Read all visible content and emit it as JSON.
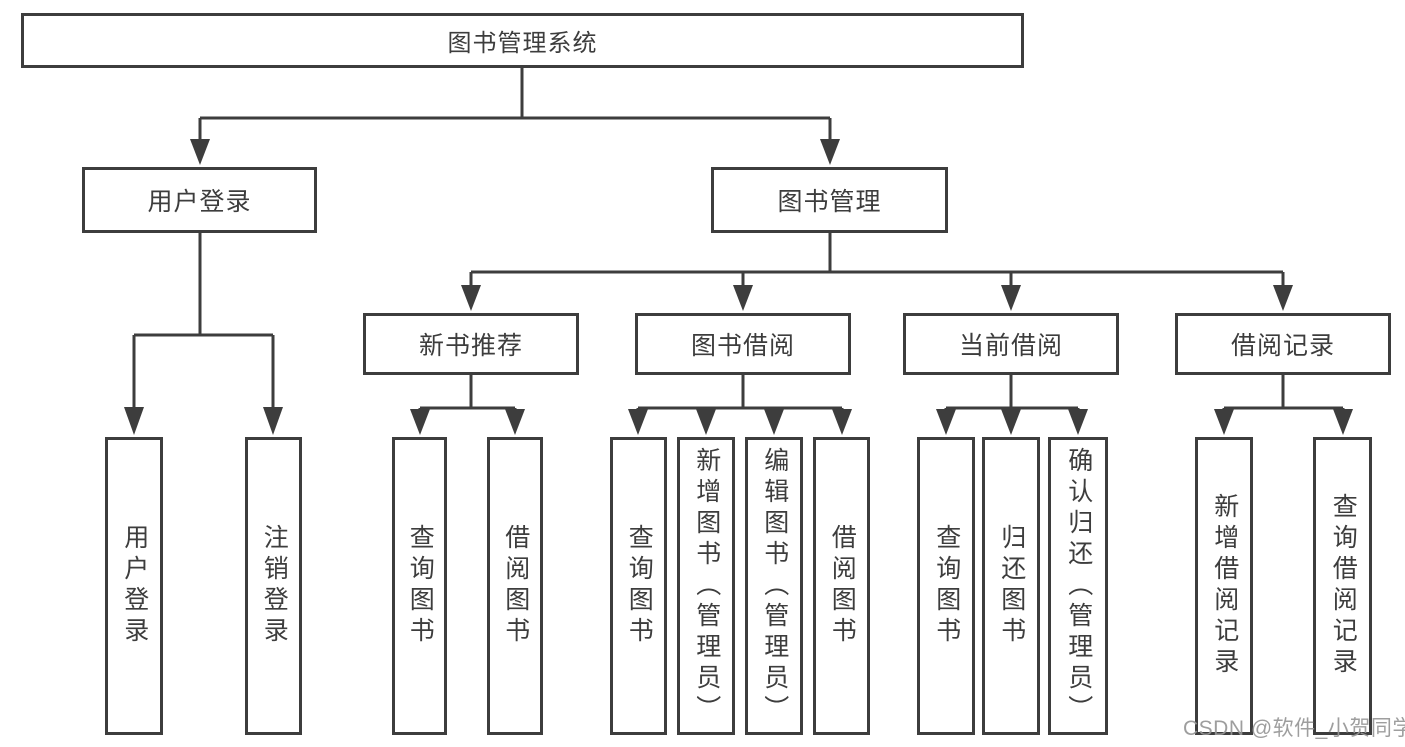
{
  "diagram": {
    "type": "hierarchy-tree",
    "root": {
      "label": "图书管理系统"
    },
    "branches": {
      "user_login": {
        "label": "用户登录",
        "children": {
          "login": {
            "label": "用户登录"
          },
          "logout": {
            "label": "注销登录"
          }
        }
      },
      "book_management": {
        "label": "图书管理",
        "children": {
          "new_book_recommendation": {
            "label": "新书推荐",
            "children": {
              "query_books": {
                "label": "查询图书"
              },
              "borrow_books": {
                "label": "借阅图书"
              }
            }
          },
          "book_borrowing": {
            "label": "图书借阅",
            "children": {
              "query_books": {
                "label": "查询图书"
              },
              "add_books_admin": {
                "label": "新增图书（管理员）"
              },
              "edit_books_admin": {
                "label": "编辑图书（管理员）"
              },
              "borrow_books": {
                "label": "借阅图书"
              }
            }
          },
          "current_borrowing": {
            "label": "当前借阅",
            "children": {
              "query_books": {
                "label": "查询图书"
              },
              "return_books": {
                "label": "归还图书"
              },
              "confirm_return_admin": {
                "label": "确认归还（管理员）"
              }
            }
          },
          "borrowing_records": {
            "label": "借阅记录",
            "children": {
              "add_borrow_record": {
                "label": "新增借阅记录"
              },
              "query_borrow_record": {
                "label": "查询借阅记录"
              }
            }
          }
        }
      }
    },
    "watermark": "CSDN @软件_小贺同学",
    "colors": {
      "line": "#3d3d3d",
      "text": "#3d3d3d",
      "background": "#ffffff",
      "watermark": "#969696"
    }
  }
}
